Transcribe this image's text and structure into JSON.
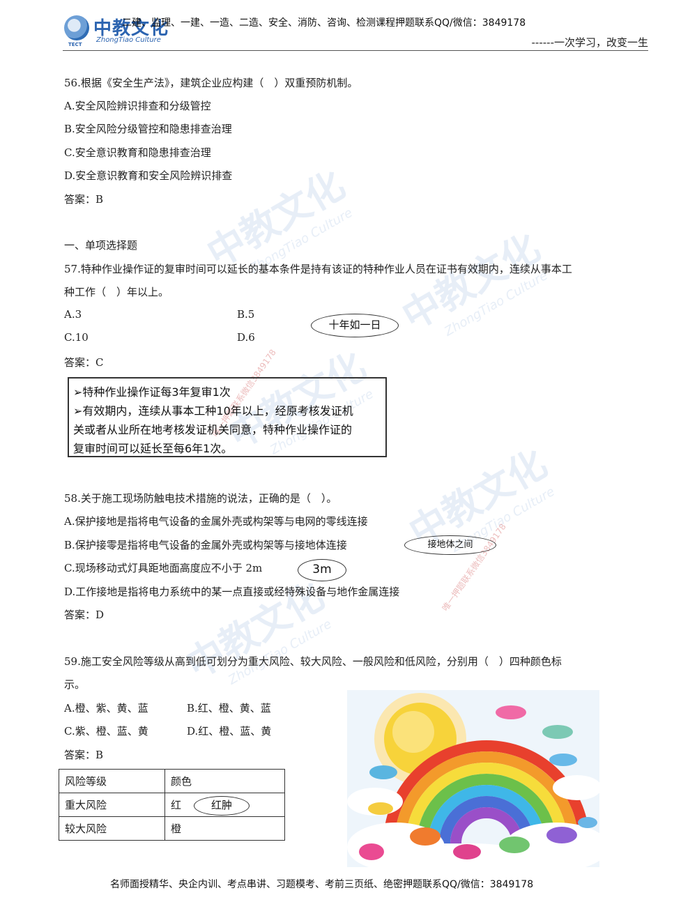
{
  "header": {
    "logo_cn": "中教文化",
    "logo_en": "ZhongTiao Culture",
    "logo_tag": "TECT",
    "top_text": "二建、监理、一建、一造、二造、安全、消防、咨询、检测课程押题联系QQ/微信：3849178",
    "slogan": "------一次学习，改变一生"
  },
  "q56": {
    "stem": "56.根据《安全生产法》，建筑企业应构建（　）双重预防机制。",
    "a": "A.安全风险辨识排查和分级管控",
    "b": "B.安全风险分级管控和隐患排查治理",
    "c": "C.安全意识教育和隐患排查治理",
    "d": "D.安全意识教育和安全风险辨识排查",
    "answer": "答案：B"
  },
  "section_title": "一、单项选择题",
  "q57": {
    "stem1": "57.特种作业操作证的复审时间可以延长的基本条件是持有该证的特种作业人员在证书有效期内，连续从事本工",
    "stem2": "种工作（　）年以上。",
    "a": "A.3",
    "b": "B.5",
    "c": "C.10",
    "d": "D.6",
    "answer": "答案：C",
    "hint": "十年如一日",
    "note1": "➢特种作业操作证每3年复审1次",
    "note2": "➢有效期内，连续从事本工种10年以上，经原考核发证机",
    "note3": "关或者从业所在地考核发证机关同意，特种作业操作证的",
    "note4": "复审时间可以延长至每6年1次。"
  },
  "q58": {
    "stem": "58.关于施工现场防触电技术措施的说法，正确的是（　）。",
    "a": "A.保护接地是指将电气设备的金属外壳或构架等与电网的零线连接",
    "b": "B.保护接零是指将电气设备的金属外壳或构架等与接地体连接",
    "c": "C.现场移动式灯具距地面高度应不小于 2m",
    "d": "D.工作接地是指将电力系统中的某一点直接或经特殊设备与地作金属连接",
    "answer": "答案：D",
    "hint_b": "接地体之间",
    "hint_c": "3m"
  },
  "q59": {
    "stem1": "59.施工安全风险等级从高到低可划分为重大风险、较大风险、一般风险和低风险，分别用（　）四种颜色标",
    "stem2": "示。",
    "a": "A.橙、紫、黄、蓝",
    "b": "B.红、橙、黄、蓝",
    "c": "C.紫、橙、蓝、黄",
    "d": "D.红、橙、蓝、黄",
    "answer": "答案：B",
    "hint": "红肿",
    "table": {
      "h1": "风险等级",
      "h2": "颜色",
      "r1c1": "重大风险",
      "r1c2": "红",
      "r2c1": "较大风险",
      "r2c2": "橙"
    }
  },
  "watermark": {
    "cn": "中教文化",
    "en": "ZhongTiao Culture",
    "red": "唯一押题联系微信3849178"
  },
  "footer": "名师面授精华、央企内训、考点串讲、习题模考、考前三页纸、绝密押题联系QQ/微信：3849178",
  "colors": {
    "brand_blue": "#2c64b0",
    "rule": "#555555"
  }
}
